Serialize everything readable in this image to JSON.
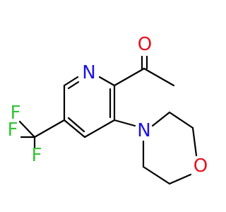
{
  "molecule": {
    "colors": {
      "bond": "#000000",
      "nitrogen": "#1a12e8",
      "oxygen": "#e8121e",
      "fluorine": "#34c434",
      "background": "#ffffff"
    },
    "atoms": {
      "pyridine_n": "N",
      "carbonyl_o": "O",
      "morpholine_n": "N",
      "morpholine_o": "O",
      "fluorine_1": "F",
      "fluorine_2": "F",
      "fluorine_3": "F"
    }
  }
}
